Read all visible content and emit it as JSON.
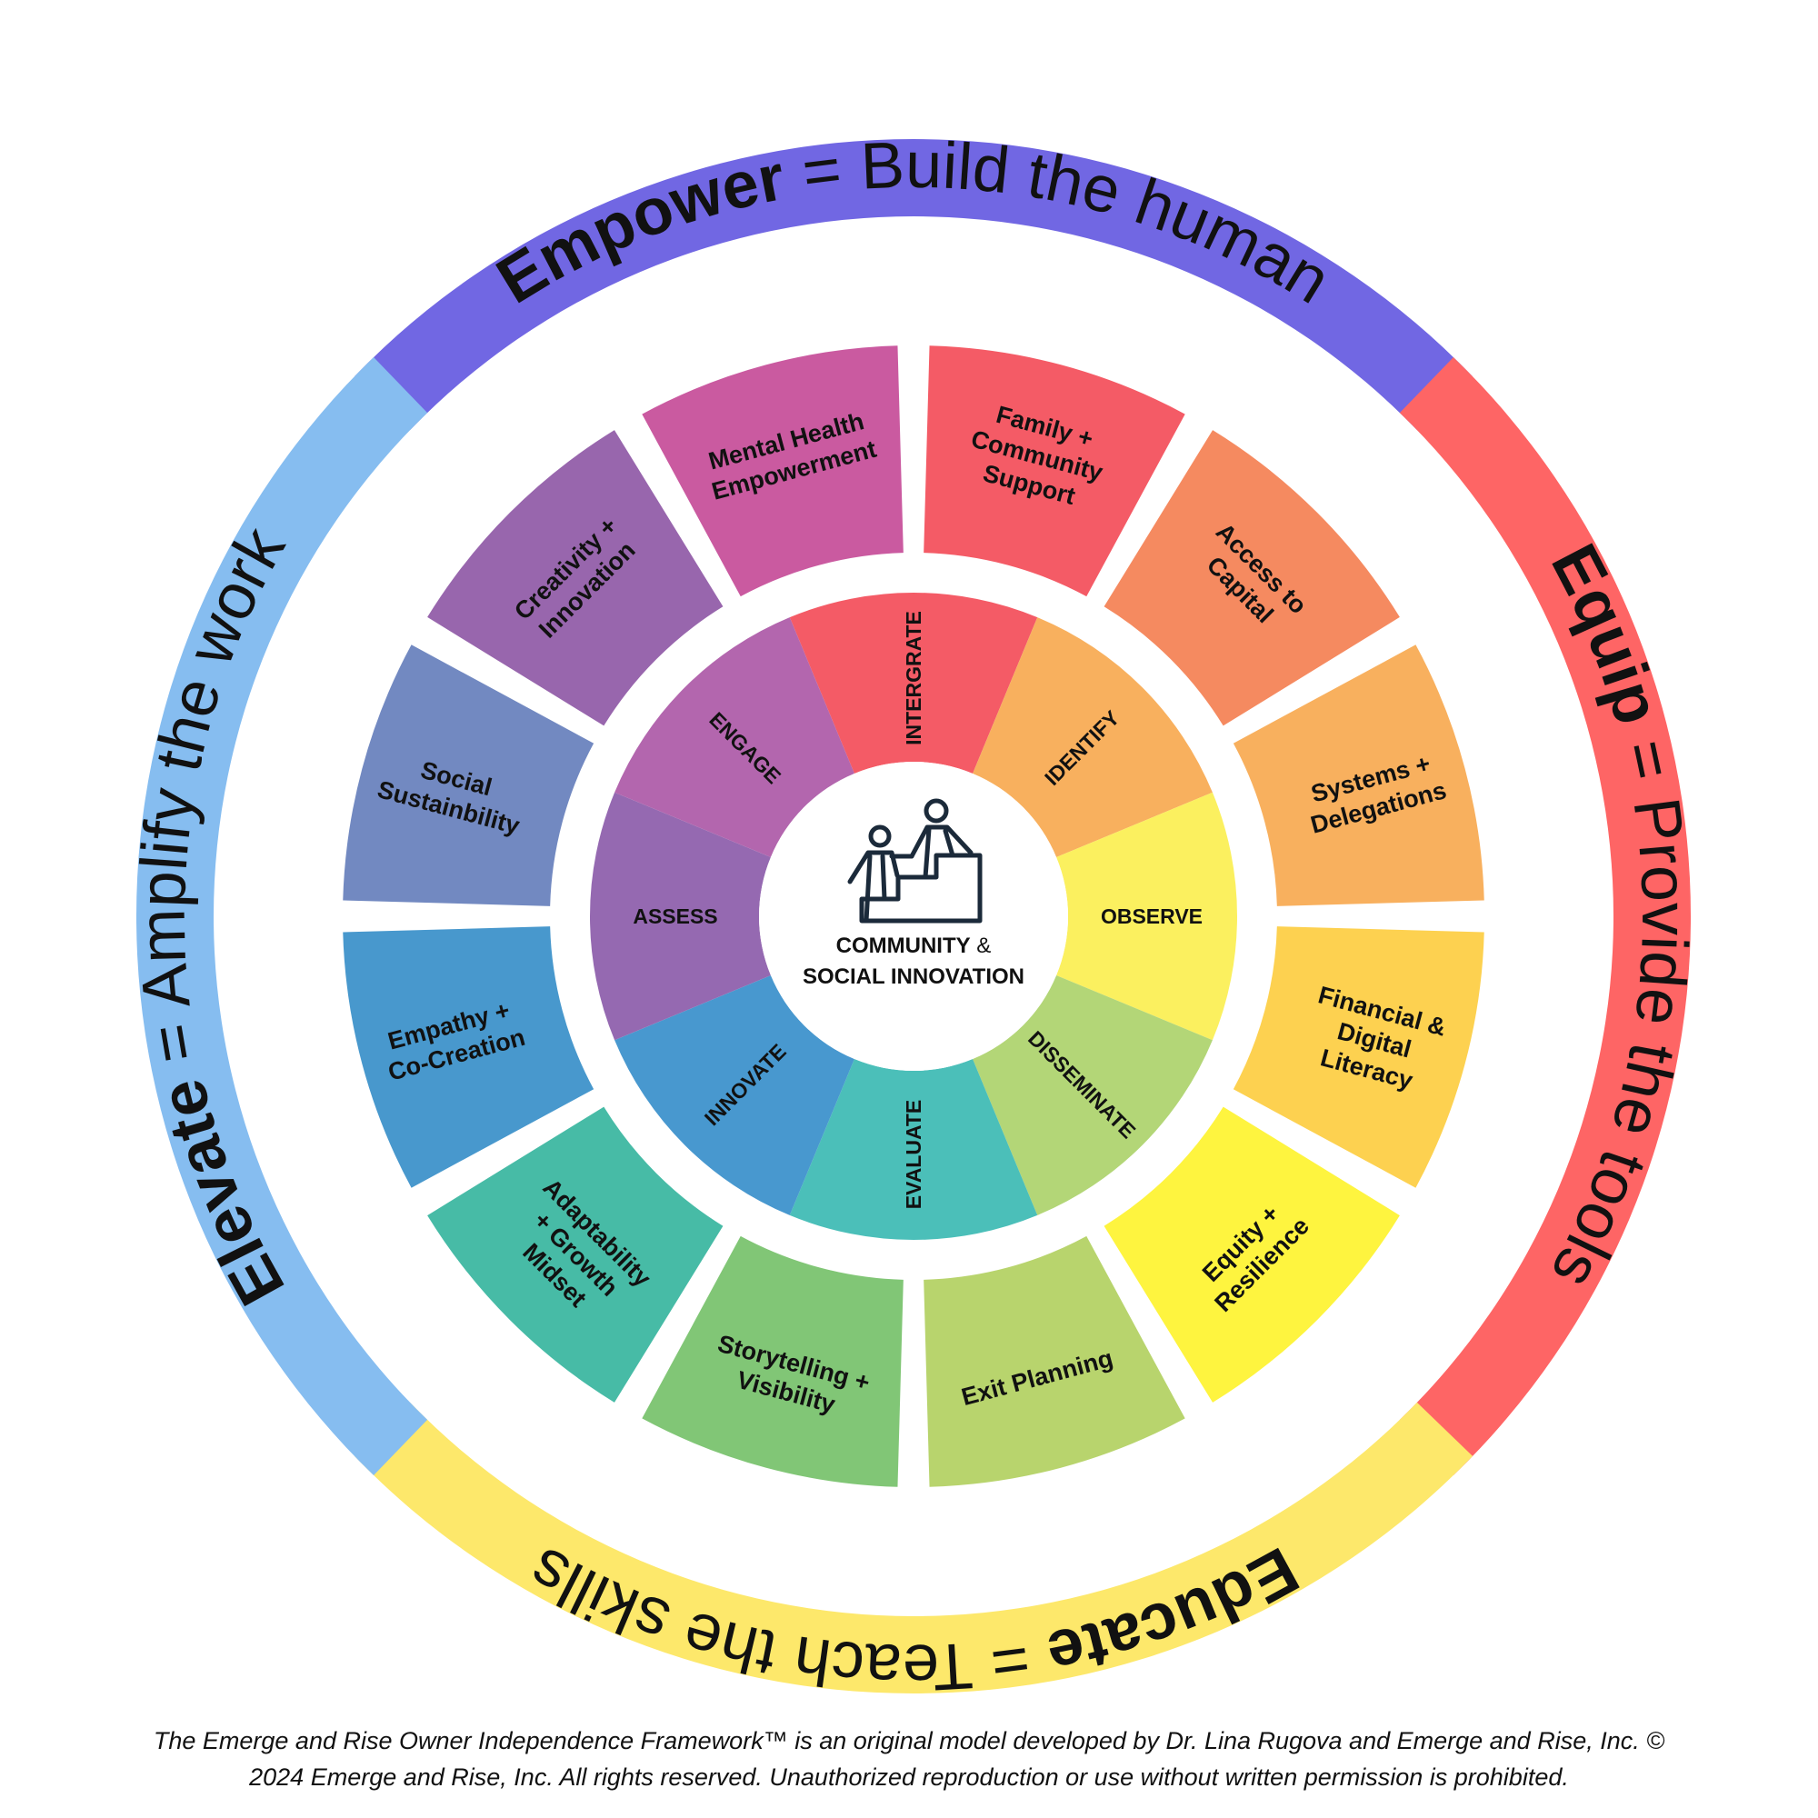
{
  "outer_bands": [
    {
      "key": "empower",
      "bold": "Empower",
      "rest": " = Build the human",
      "color": "#7167e3"
    },
    {
      "key": "equip",
      "bold": "Equip",
      "rest": " = Provide the tools",
      "color": "#fe6565"
    },
    {
      "key": "educate",
      "bold": "Educate",
      "rest": " = Teach the skills",
      "color": "#fde86b"
    },
    {
      "key": "elevate",
      "bold": "Elevate",
      "rest": " = Amplify the work",
      "color": "#86bdf0"
    }
  ],
  "middle_segments": [
    {
      "lines": [
        "Family +",
        "Community",
        "Support"
      ],
      "color": "#f45b66"
    },
    {
      "lines": [
        "Access to",
        "Capital"
      ],
      "color": "#f58a60"
    },
    {
      "lines": [
        "Systems +",
        "Delegations"
      ],
      "color": "#f8b05e"
    },
    {
      "lines": [
        "Financial &",
        "Digital",
        "Literacy"
      ],
      "color": "#fdd150"
    },
    {
      "lines": [
        "Equity +",
        "Resilience"
      ],
      "color": "#fef43f"
    },
    {
      "lines": [
        "Exit Planning"
      ],
      "color": "#b8d46d"
    },
    {
      "lines": [
        "Storytelling +",
        "Visibility"
      ],
      "color": "#81c676"
    },
    {
      "lines": [
        "Adaptability",
        "+ Growth",
        "Midset"
      ],
      "color": "#47bba6"
    },
    {
      "lines": [
        "Empathy +",
        "Co-Creation"
      ],
      "color": "#4898cd"
    },
    {
      "lines": [
        "Social",
        "Sustainbility"
      ],
      "color": "#7289c1"
    },
    {
      "lines": [
        "Creativity +",
        "Innovation"
      ],
      "color": "#9866ad"
    },
    {
      "lines": [
        "Mental Health",
        "Empowerment"
      ],
      "color": "#ca5aa0"
    }
  ],
  "inner_segments": [
    {
      "label": "INTERGRATE",
      "color": "#f45b66"
    },
    {
      "label": "IDENTIFY",
      "color": "#f8b05e"
    },
    {
      "label": "OBSERVE",
      "color": "#fbf05f"
    },
    {
      "label": "DISSEMINATE",
      "color": "#b3d677"
    },
    {
      "label": "EVALUATE",
      "color": "#4bbfb9"
    },
    {
      "label": "INNOVATE",
      "color": "#4898cf"
    },
    {
      "label": "ASSESS",
      "color": "#9569b1"
    },
    {
      "label": "ENGAGE",
      "color": "#b366ae"
    }
  ],
  "center": {
    "line1_bold": "COMMUNITY",
    "line1_rest": " &",
    "line2": "SOCIAL INNOVATION",
    "icon": "helping-hand-climb-icon",
    "icon_color": "#1b2a3a"
  },
  "footer": {
    "line1": "The Emerge and Rise Owner Independence Framework™ is an original model developed by Dr. Lina Rugova and Emerge and Rise, Inc. ©",
    "line2": "2024 Emerge and Rise, Inc. All rights reserved. Unauthorized reproduction or use without written permission is prohibited."
  }
}
